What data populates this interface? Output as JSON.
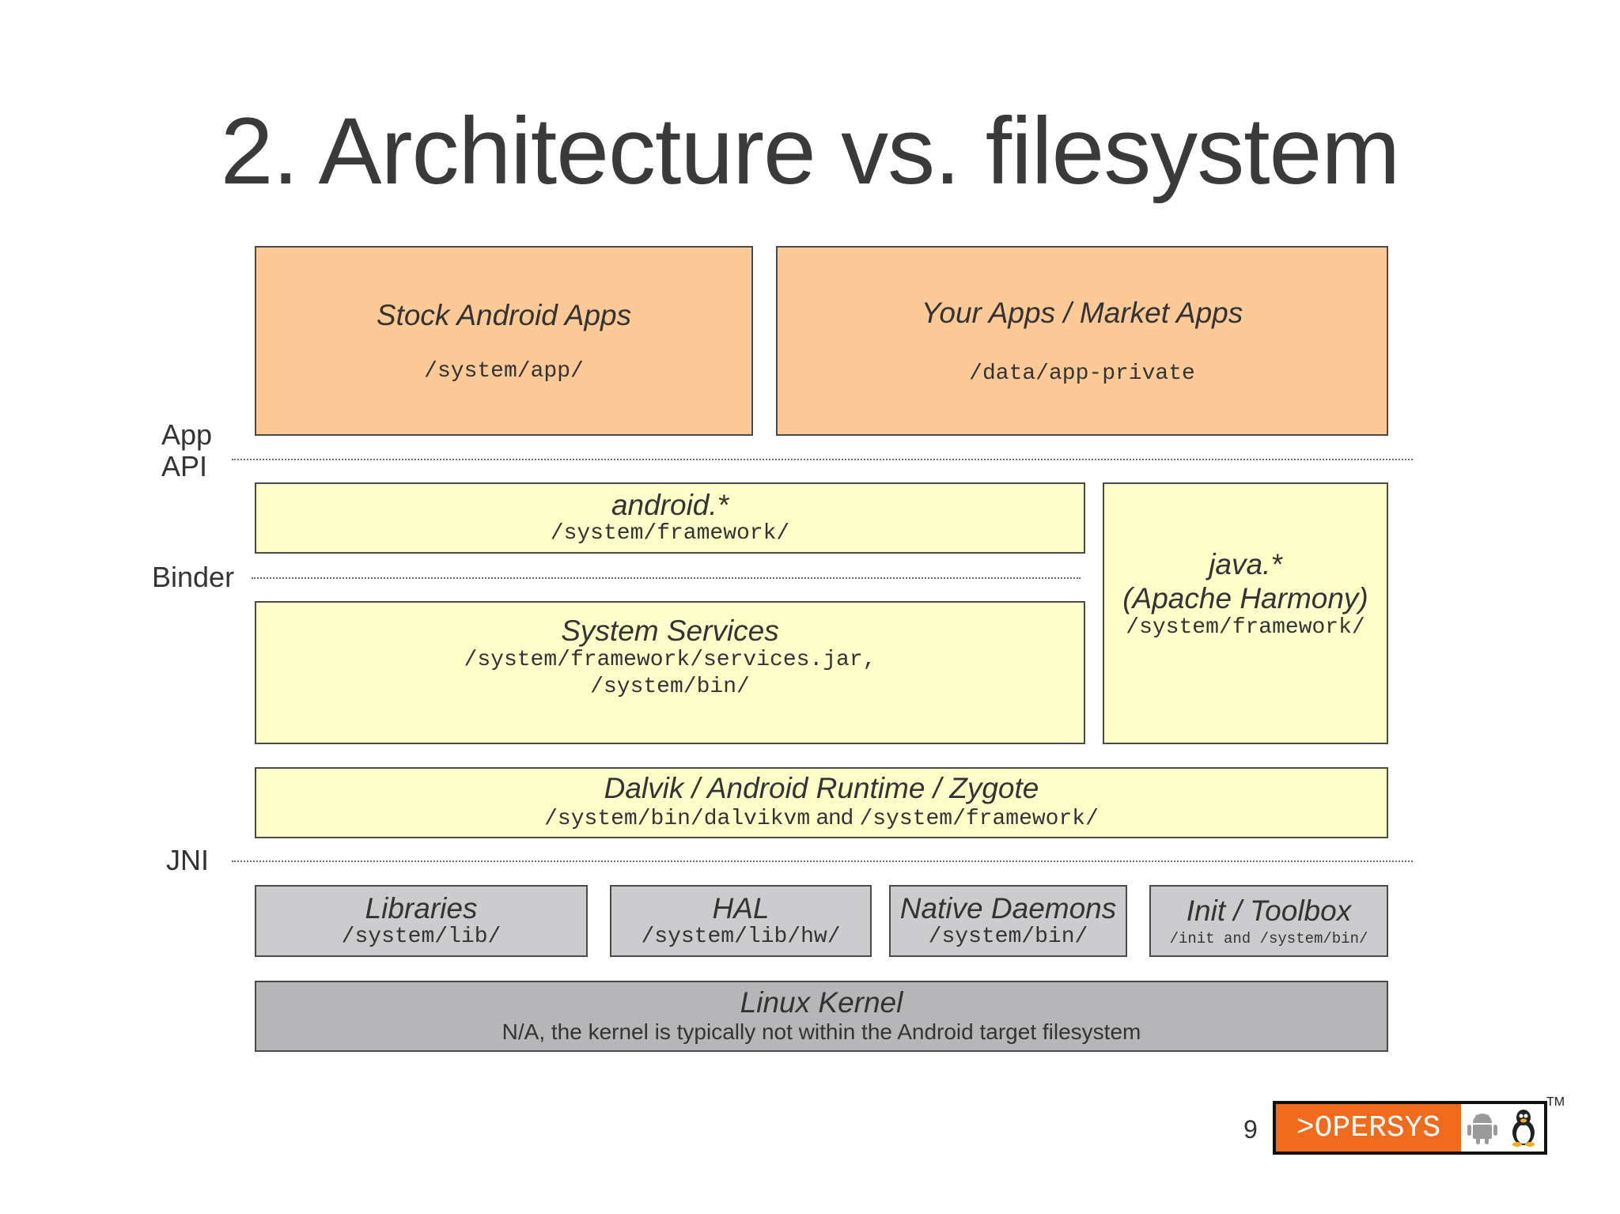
{
  "title": "2. Architecture vs. filesystem",
  "labels": {
    "app_api_1": "App",
    "app_api_2": "API",
    "binder": "Binder",
    "jni": "JNI"
  },
  "boxes": {
    "stock_apps": {
      "name": "Stock Android Apps",
      "path": "/system/app/"
    },
    "your_apps": {
      "name": "Your Apps / Market Apps",
      "path": "/data/app-private"
    },
    "android": {
      "name": "android.*",
      "path": "/system/framework/"
    },
    "java": {
      "name": "java.*",
      "name2": "(Apache Harmony)",
      "path": "/system/framework/"
    },
    "system_services": {
      "name": "System Services",
      "path": "/system/framework/services.jar,",
      "path2": "/system/bin/"
    },
    "dalvik": {
      "name": "Dalvik / Android Runtime / Zygote",
      "path_a": "/system/bin/dalvikvm",
      "and": " and ",
      "path_b": "/system/framework/"
    },
    "libraries": {
      "name": "Libraries",
      "path": "/system/lib/"
    },
    "hal": {
      "name": "HAL",
      "path": "/system/lib/hw/"
    },
    "native_daemons": {
      "name": "Native Daemons",
      "path": "/system/bin/"
    },
    "init_toolbox": {
      "name": "Init / Toolbox",
      "path": "/init and /system/bin/"
    },
    "linux_kernel": {
      "name": "Linux Kernel",
      "note": "N/A, the kernel is typically not within the Android target filesystem"
    }
  },
  "page_number": "9",
  "logo": {
    "text": ">OPERSYS",
    "tm": "TM",
    "icons": [
      "android-icon",
      "tux-penguin-icon"
    ]
  },
  "colors": {
    "apps": "#fdc996",
    "framework": "#ffffc9",
    "native": "#cccccf",
    "kernel": "#b6b6b9",
    "logo": "#f26b1d"
  }
}
